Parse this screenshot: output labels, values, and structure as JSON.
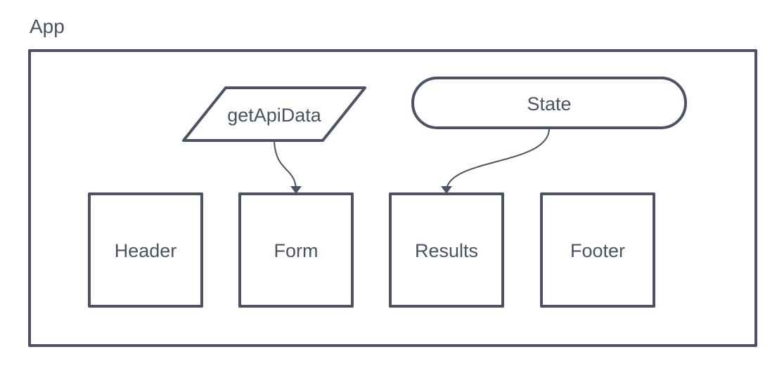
{
  "diagram": {
    "container": {
      "title": "App"
    },
    "sources": {
      "getApiData": "getApiData",
      "state": "State"
    },
    "components": {
      "header": "Header",
      "form": "Form",
      "results": "Results",
      "footer": "Footer"
    },
    "edges": [
      {
        "from": "getApiData",
        "to": "Form"
      },
      {
        "from": "State",
        "to": "Results"
      }
    ],
    "colors": {
      "stroke": "#4a5263",
      "text": "#4a5263",
      "background": "#ffffff"
    }
  }
}
